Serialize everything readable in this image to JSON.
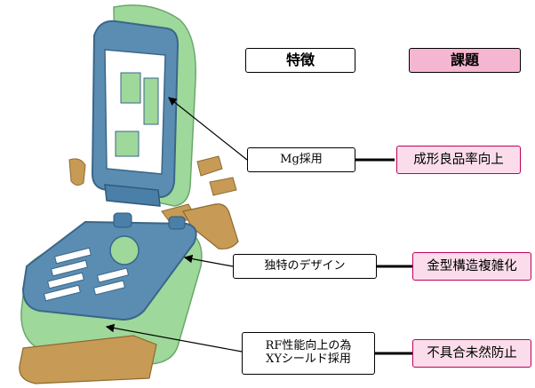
{
  "headers": {
    "feature": "特徴",
    "task": "課題"
  },
  "rows": [
    {
      "feature": "Mg採用",
      "task": "成形良品率向上"
    },
    {
      "feature": "独特のデザイン",
      "task": "金型構造複雑化"
    },
    {
      "feature_lines": [
        "RF性能向上の為",
        "XYシールド採用"
      ],
      "task": "不具合未然防止"
    }
  ],
  "colors": {
    "frame_blue": "#4a7fa8",
    "shell_green": "#9ed89a",
    "hinge_gold": "#c79b55",
    "task_header_pink": "#f4b6d0",
    "task_box_pink": "#fadcea",
    "task_border": "#c0005a"
  }
}
